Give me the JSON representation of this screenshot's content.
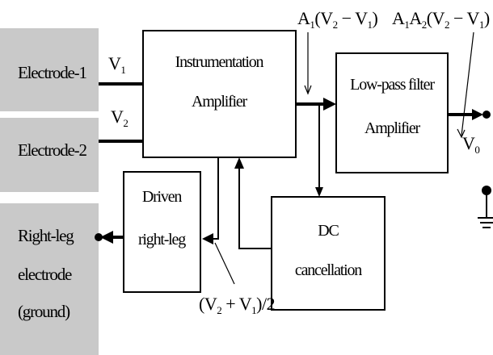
{
  "electrodes": {
    "electrode1": "Electrode-1",
    "electrode2": "Electrode-2",
    "rightleg": [
      "Right-leg",
      "electrode",
      "(ground)"
    ]
  },
  "blocks": {
    "inamp": [
      "Instrumentation",
      "Amplifier"
    ],
    "lowpass": [
      "Low-pass filter",
      "Amplifier"
    ],
    "drl": [
      "Driven",
      "right-leg"
    ],
    "dc": [
      "DC",
      "cancellation"
    ]
  },
  "signals": {
    "v1": {
      "main": "V",
      "sub": "1"
    },
    "v2": {
      "main": "V",
      "sub": "2"
    },
    "a1": {
      "p1": "A",
      "s1": "1",
      "p2": "(V",
      "s2": "2",
      "p3": " − V",
      "s3": "1",
      "p4": ")"
    },
    "a1a2": {
      "p1": "A",
      "s1": "1",
      "p2": "A",
      "s2": "2",
      "p3": "(V",
      "s3": "2",
      "p4": " − V",
      "s4": "1",
      "p5": ")"
    },
    "v0": {
      "main": "V",
      "sub": "0"
    },
    "cm": {
      "p1": "(V",
      "s1": "2",
      "p2": " + V",
      "s2": "1",
      "p3": ")/2"
    }
  }
}
